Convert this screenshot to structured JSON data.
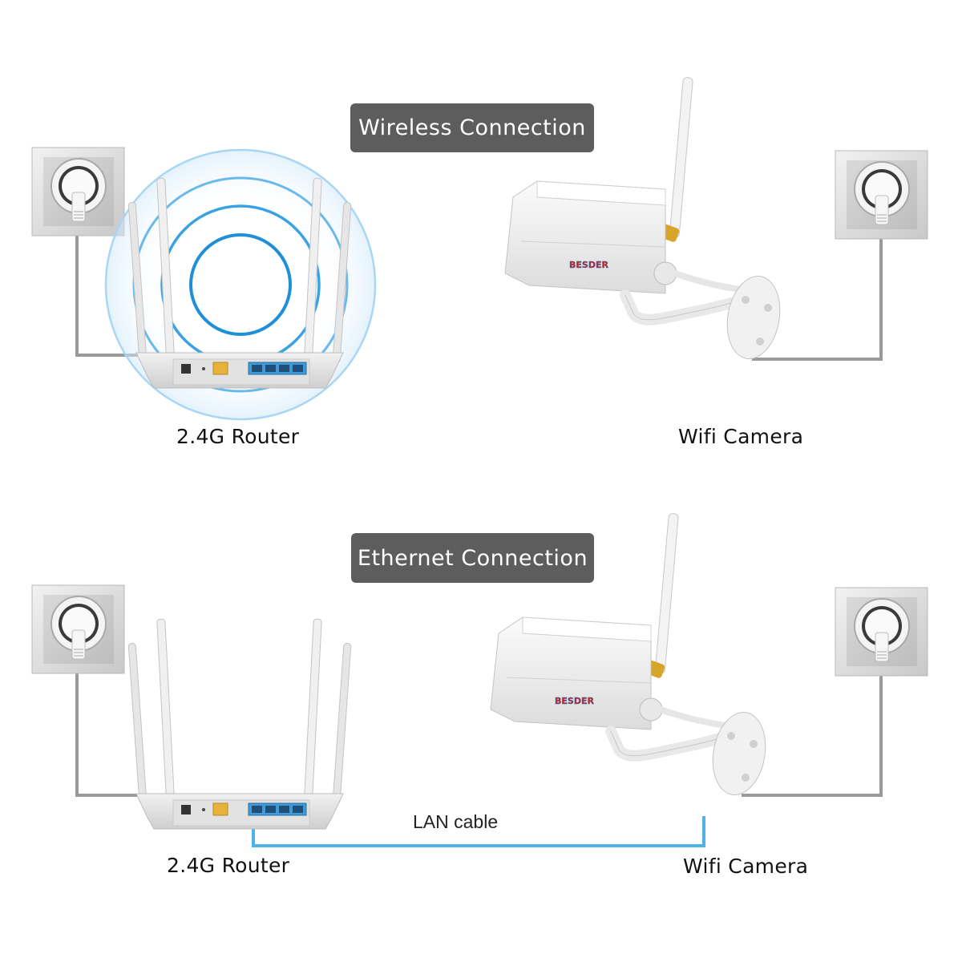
{
  "panels": [
    {
      "id": "wireless",
      "title": "Wireless Connection",
      "router_label": "2.4G Router",
      "camera_label": "Wifi Camera"
    },
    {
      "id": "ethernet",
      "title": "Ethernet Connection",
      "router_label": "2.4G Router",
      "camera_label": "Wifi Camera",
      "cable_label": "LAN cable"
    }
  ],
  "camera_brand": "BESDER",
  "colors": {
    "pill": "#5d5d5d",
    "wifi_wave": "#1f8fd8",
    "lan_cable": "#4fb3e8",
    "power_cable": "#9a9a9a",
    "device_body": "#eeeeee"
  },
  "icons": [
    "wall-socket-icon",
    "router-icon",
    "wifi-signal-icon",
    "camera-icon"
  ]
}
